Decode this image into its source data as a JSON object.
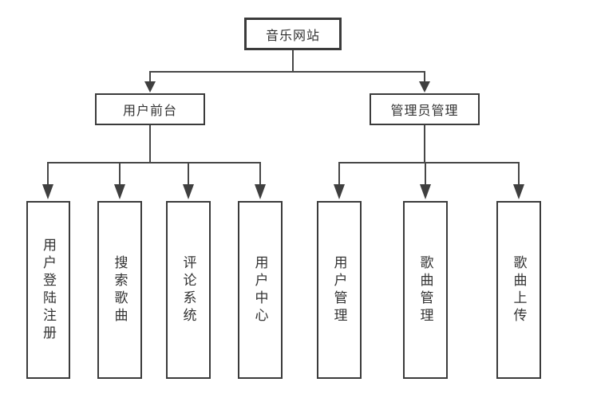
{
  "diagram": {
    "root": {
      "label": "音乐网站"
    },
    "branches": [
      {
        "label": "用户前台",
        "children": [
          {
            "label": "用户登陆注册"
          },
          {
            "label": "搜索歌曲"
          },
          {
            "label": "评论系统"
          },
          {
            "label": "用户中心"
          }
        ]
      },
      {
        "label": "管理员管理",
        "children": [
          {
            "label": "用户管理"
          },
          {
            "label": "歌曲管理"
          },
          {
            "label": "歌曲上传"
          }
        ]
      }
    ],
    "colors": {
      "background": "#ffffff",
      "line": "#474747",
      "arrow": "#3f3f3f",
      "box_border": "#3b3b3b",
      "text": "#333333"
    }
  }
}
